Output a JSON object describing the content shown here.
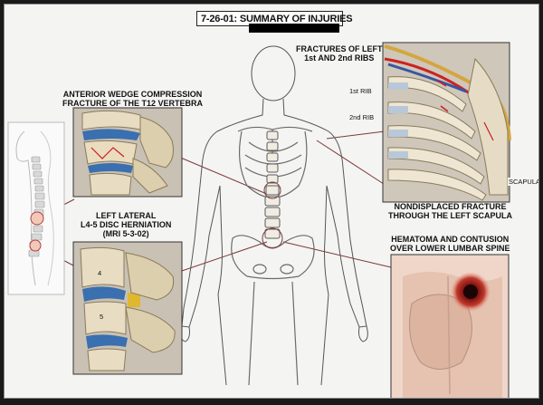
{
  "title": {
    "text": "7-26-01: SUMMARY OF INJURIES",
    "redacted_bar_color": "#000000"
  },
  "injuries": {
    "ribs": {
      "line1": "FRACTURES OF LEFT",
      "line2": "1st AND 2nd RIBS"
    },
    "t12": {
      "line1": "ANTERIOR WEDGE COMPRESSION",
      "line2": "FRACTURE OF THE T12 VERTEBRA"
    },
    "disc": {
      "line1": "LEFT LATERAL",
      "line2": "L4-5 DISC HERNIATION",
      "line3": "(MRI 5-3-02)"
    },
    "scapula": {
      "line1": "NONDISPLACED FRACTURE",
      "line2": "THROUGH THE LEFT SCAPULA"
    },
    "hematoma": {
      "line1": "HEMATOMA AND CONTUSION",
      "line2": "OVER LOWER LUMBAR SPINE"
    }
  },
  "annotations": {
    "first_rib": "1st RIB",
    "second_rib": "2nd RIB",
    "scapula": "SCAPULA",
    "vertebra_4": "4",
    "vertebra_5": "5"
  },
  "colors": {
    "board": "#f4f4f2",
    "bone": "#e9dcc0",
    "disc_blue": "#3a6fb0",
    "fracture_red": "#c81e1e",
    "leader_line": "#7a3a3a",
    "skin": "#e8c4b4",
    "bruise": "#b3241c"
  }
}
